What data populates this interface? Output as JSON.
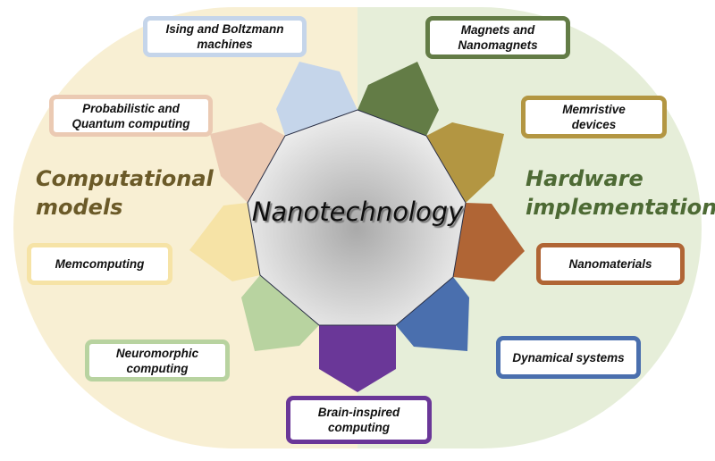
{
  "center": {
    "label": "Nanotechnology"
  },
  "sides": {
    "left": {
      "label_line1": "Computational",
      "label_line2": "models",
      "color": "#6b5a28",
      "background": "#f8efd3"
    },
    "right": {
      "label_line1": "Hardware",
      "label_line2": "implementation",
      "color": "#4d6a34",
      "background": "#e6eed9"
    }
  },
  "nodes": [
    {
      "line1": "Ising and Boltzmann",
      "line2": "machines",
      "color": "#c5d5ea",
      "group": "left"
    },
    {
      "line1": "Probabilistic and",
      "line2": "Quantum computing",
      "color": "#ebcab3",
      "group": "left"
    },
    {
      "line1": "Memcomputing",
      "line2": "",
      "color": "#f6e3a6",
      "group": "left"
    },
    {
      "line1": "Neuromorphic",
      "line2": "computing",
      "color": "#b8d3a0",
      "group": "left"
    },
    {
      "line1": "Brain-inspired",
      "line2": "computing",
      "color": "#6a3798",
      "group": "center"
    },
    {
      "line1": "Dynamical systems",
      "line2": "",
      "color": "#4a6fae",
      "group": "right"
    },
    {
      "line1": "Nanomaterials",
      "line2": "",
      "color": "#b06535",
      "group": "right"
    },
    {
      "line1": "Memristive",
      "line2": "devices",
      "color": "#b39642",
      "group": "right"
    },
    {
      "line1": "Magnets and",
      "line2": "Nanomagnets",
      "color": "#637c46",
      "group": "right"
    }
  ]
}
